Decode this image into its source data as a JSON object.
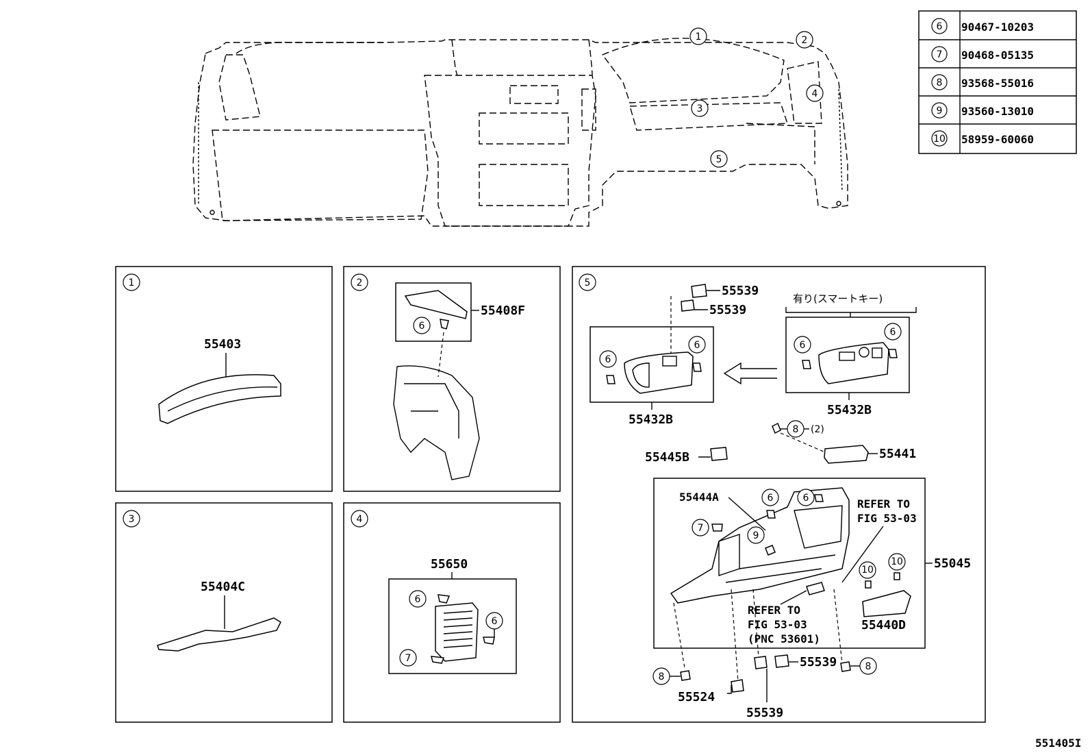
{
  "table": {
    "rows": [
      {
        "ref": "6",
        "part": "90467-10203"
      },
      {
        "ref": "7",
        "part": "90468-05135"
      },
      {
        "ref": "8",
        "part": "93568-55016"
      },
      {
        "ref": "9",
        "part": "93560-13010"
      },
      {
        "ref": "10",
        "part": "58959-60060"
      }
    ]
  },
  "overview": {
    "callouts": [
      "1",
      "2",
      "3",
      "4",
      "5"
    ]
  },
  "panels": {
    "p1": {
      "num": "1",
      "part": "55403"
    },
    "p2": {
      "num": "2",
      "part": "55408F",
      "fastener": "6"
    },
    "p3": {
      "num": "3",
      "part": "55404C"
    },
    "p4": {
      "num": "4",
      "part": "55650",
      "fasteners": [
        "6",
        "6",
        "7"
      ]
    },
    "p5": {
      "num": "5",
      "smart_key_note": "有り(スマートキー)",
      "p55539_a": "55539",
      "p55539_b": "55539",
      "p55432b_left": "55432B",
      "p55432b_right": "55432B",
      "c6a": "6",
      "c6b": "6",
      "c6c": "6",
      "c6d": "6",
      "c8a": "8",
      "qty2": "(2)",
      "p55445b": "55445B",
      "p55441": "55441",
      "p55444a": "55444A",
      "c6e": "6",
      "c6f": "6",
      "c7": "7",
      "c9": "9",
      "refer1_l1": "REFER TO",
      "refer1_l2": "FIG 53-03",
      "p55045": "55045",
      "c10a": "10",
      "c10b": "10",
      "p55440d": "55440D",
      "refer2_l1": "REFER TO",
      "refer2_l2": "FIG 53-03",
      "refer2_l3": "(PNC 53601)",
      "c8b": "8",
      "c8c": "8",
      "p55539_c": "55539",
      "p55524": "55524",
      "p55539_d": "55539"
    }
  },
  "footer_code": "551405I"
}
